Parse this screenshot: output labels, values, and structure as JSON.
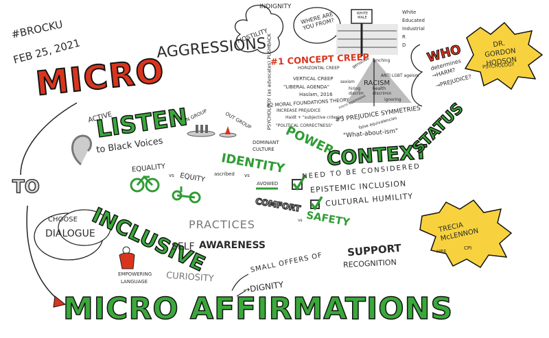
{
  "header": {
    "hashtag": "#BROCKU",
    "date": "FEB 25, 2021"
  },
  "title": {
    "micro": "MICRO",
    "aggressions": "AGGRESSIONS",
    "to": "TO",
    "micro_affirmations": "MICRO AFFIRMATIONS"
  },
  "aggressions_cluster": {
    "indignity": "INDIGNITY",
    "hostility": "HOSTILITY",
    "speech_bubble": "WHERE ARE YOU FROM?",
    "sign": "WHITE MALE",
    "weird_acronym": [
      "White",
      "Educated",
      "Industrial",
      "R",
      "D"
    ],
    "psychology_note": "PSYCHOLOGY (as advocates) PUSHBACK",
    "concept_creep": "#1 CONCEPT CREEP",
    "horizontal_creep": "HORIZONTAL CREEP",
    "vertical_creep": "VERTICAL CREEP",
    "liberal_agenda": "\"LIBERAL AGENDA\"",
    "citation": "Haslam, 2016",
    "moral_foundations": "#2 MORAL FOUNDATIONS THEORY",
    "increase_prejudice": "INCREASE PREJUDICE",
    "haidt_note": "Haidt + \"subjective criteria\"",
    "political_correctness": "\"POLITICAL CORRECTNESS\"",
    "prejudice_symmetries": "#3 PREJUDICE SYMMETRIES",
    "false_equivalencies": "false equivalencies",
    "what_about_ism": "\"What-about-ism\"",
    "racism_pyramid": {
      "center": "RACISM",
      "genocide": "genocide",
      "lynching": "lynching",
      "sexism": "sexism",
      "anti_lgbt": "ANTI LGBT ageism",
      "hiring": "hiring discrim",
      "health": "health discrimin",
      "micro_aggression": "micro aggression",
      "ignoring": "ignoring"
    }
  },
  "speakers": {
    "speaker1_name": "DR. GORDON HODSON",
    "speaker1_dept": "PSYCHOLOGY",
    "speaker2_name": "TRECIA McLENNON",
    "speaker2_tags": [
      "HRE",
      "CPI"
    ]
  },
  "who_block": {
    "who": "WHO",
    "determines": "determines",
    "harm": "→HARM?",
    "prejudice": "→PREJUDICE?"
  },
  "middle": {
    "active": "ACTIVE",
    "listen": "LISTEN",
    "black_voices": "to Black Voices",
    "in_group": "IN GROUP",
    "out_group": "OUT GROUP",
    "equality": "EQUALITY",
    "vs1": "vs",
    "equity": "EQUITY",
    "identity": "IDENTITY",
    "ascribed": "ascribed",
    "vs2": "vs",
    "avowed": "AVOWED",
    "dominant_culture": "DOMINANT CULTURE",
    "power": "POWER",
    "context": "CONTEXT",
    "status": "STATUS",
    "need_considered": "NEED TO BE CONSIDERED",
    "epistemic": "EPISTEMIC INCLUSION",
    "cultural_humility": "CULTURAL HUMILITY",
    "comfort": "COMFORT",
    "vs3": "vs",
    "safety": "SAFETY",
    "inclusive": "INCLUSIVE",
    "practices": "PRACTICES",
    "self": "SELF",
    "awareness": "AWARENESS",
    "choose": "CHOOSE",
    "dialogue": "DIALOGUE",
    "empowering": "EMPOWERING",
    "language": "LANGUAGE",
    "curiosity": "CURIOSITY",
    "small_offers": "SMALL OFFERS OF",
    "support": "SUPPORT",
    "recognition": "RECOGNITION",
    "dignity": "→DIGNITY"
  },
  "colors": {
    "red": "#d9351e",
    "green": "#3aa83a",
    "yellow": "#f7d23e",
    "grey": "#bdbdbd"
  }
}
